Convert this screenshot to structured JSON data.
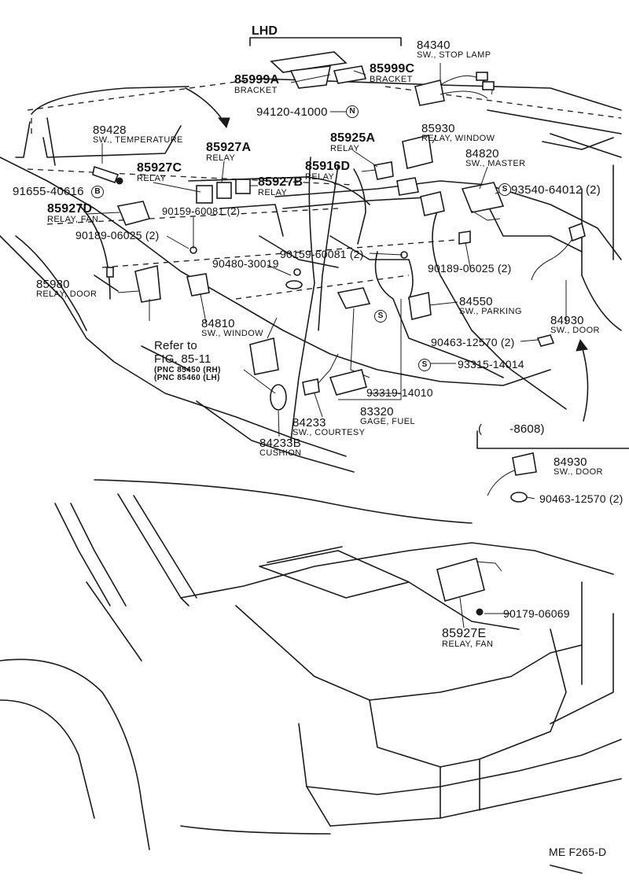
{
  "header": {
    "variant": "LHD"
  },
  "footer": {
    "code": "ME  F265-D"
  },
  "symbols": {
    "s": "S",
    "n": "N",
    "b": "B"
  },
  "labels": {
    "p84340": {
      "num": "84340",
      "desc": "SW., STOP LAMP"
    },
    "p85999C": {
      "num": "85999C",
      "desc": "BRACKET"
    },
    "p85999A": {
      "num": "85999A",
      "desc": "BRACKET"
    },
    "p94120": {
      "num": "94120-41000"
    },
    "p89428": {
      "num": "89428",
      "desc": "SW., TEMPERATURE"
    },
    "p85930": {
      "num": "85930",
      "desc": "RELAY, WINDOW"
    },
    "p85925A": {
      "num": "85925A",
      "desc": "RELAY"
    },
    "p85927A": {
      "num": "85927A",
      "desc": "RELAY"
    },
    "p85927C": {
      "num": "85927C",
      "desc": "RELAY"
    },
    "p85916D": {
      "num": "85916D",
      "desc": "RELAY"
    },
    "p85927B": {
      "num": "85927B",
      "desc": "RELAY"
    },
    "p84820": {
      "num": "84820",
      "desc": "SW., MASTER"
    },
    "p93540": {
      "num": "93540-64012 (2)"
    },
    "p91655": {
      "num": "91655-40616"
    },
    "p85927D": {
      "num": "85927D",
      "desc": "RELAY, FAN"
    },
    "p90159a": {
      "num": "90159-60081 (2)"
    },
    "p90189a": {
      "num": "90189-06025 (2)"
    },
    "p90159b": {
      "num": "90159-60081 (2)"
    },
    "p90480": {
      "num": "90480-30019"
    },
    "p90189b": {
      "num": "90189-06025 (2)"
    },
    "p85980": {
      "num": "85980",
      "desc": "RELAY, DOOR"
    },
    "p84550": {
      "num": "84550",
      "desc": "SW., PARKING"
    },
    "p84930a": {
      "num": "84930",
      "desc": "SW., DOOR"
    },
    "p84810": {
      "num": "84810",
      "desc": "SW., WINDOW"
    },
    "refer": {
      "line1": "Refer to",
      "line2": "FIG. 85-11",
      "line3": "(PNC 85450 (RH)",
      "line4": "(PNC 85460 (LH)"
    },
    "p90463a": {
      "num": "90463-12570 (2)"
    },
    "p93315": {
      "num": "93315-14014"
    },
    "p93319": {
      "num": "93319-14010"
    },
    "p84233": {
      "num": "84233",
      "desc": "SW., COURTESY"
    },
    "p83320": {
      "num": "83320",
      "desc": "GAGE, FUEL"
    },
    "p84233B": {
      "num": "84233B",
      "desc": "CUSHION"
    },
    "p8608": {
      "text": "(        -8608)"
    },
    "p84930b": {
      "num": "84930",
      "desc": "SW., DOOR"
    },
    "p90463b": {
      "num": "90463-12570 (2)"
    },
    "p90179": {
      "num": "90179-06069"
    },
    "p85927E": {
      "num": "85927E",
      "desc": "RELAY, FAN"
    }
  }
}
